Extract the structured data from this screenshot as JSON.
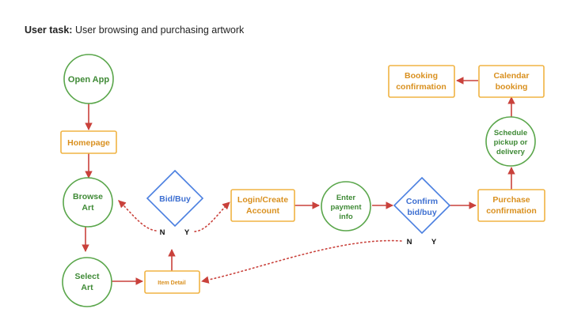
{
  "header": {
    "task_label": "User task:",
    "task_text": "User browsing and purchasing artwork"
  },
  "colors": {
    "circle": "#5aa64b",
    "box": "#f0b343",
    "diamond": "#4a7fe0",
    "arrow": "#c9413b"
  },
  "nodes": {
    "open_app": [
      "Open App"
    ],
    "homepage": [
      "Homepage"
    ],
    "browse_art": [
      "Browse",
      "Art"
    ],
    "select_art": [
      "Select",
      "Art"
    ],
    "item_detail": [
      "Item Detail"
    ],
    "bid_buy": [
      "Bid/Buy"
    ],
    "login": [
      "Login/Create",
      "Account"
    ],
    "payment": [
      "Enter",
      "payment",
      "info"
    ],
    "confirm": [
      "Confirm",
      "bid/buy"
    ],
    "purchase": [
      "Purchase",
      "confirmation"
    ],
    "schedule": [
      "Schedule",
      "pickup or",
      "delivery"
    ],
    "calendar": [
      "Calendar",
      "booking"
    ],
    "booking_confirm": [
      "Booking",
      "confirmation"
    ]
  },
  "branches": {
    "bid_no": "N",
    "bid_yes": "Y",
    "confirm_no": "N",
    "confirm_yes": "Y"
  }
}
